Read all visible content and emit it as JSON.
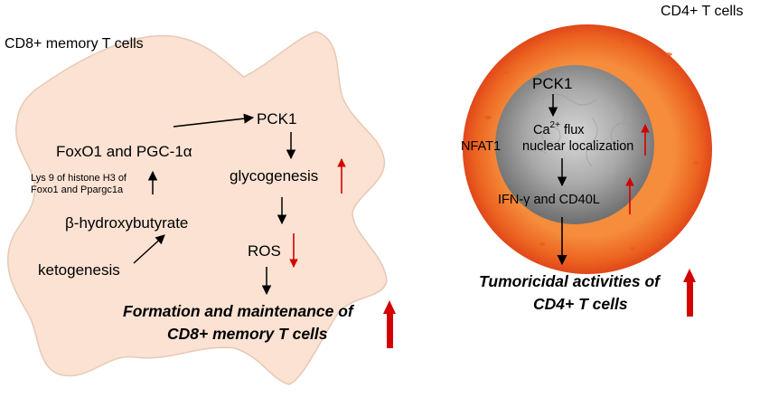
{
  "left_panel": {
    "title": "CD8+ memory T cells",
    "foxo": "FoxO1 and PGC-1α",
    "lys_line1": "Lys 9 of histone H3 of",
    "lys_line2": "Foxo1 and Ppargc1a",
    "bhb": "β-hydroxybutyrate",
    "ketogenesis": "ketogenesis",
    "pck1": "PCK1",
    "glycogenesis": "glycogenesis",
    "ros": "ROS",
    "outcome_line1": "Formation and maintenance of",
    "outcome_line2": "CD8+ memory  T cells"
  },
  "right_panel": {
    "title": "CD4+ T cells",
    "pck1": "PCK1",
    "ca": "Ca",
    "ca_sup": "2+",
    "flux": " flux",
    "nfat1": "NFAT1",
    "nuclear": "nuclear localization",
    "ifn": "IFN-γ and CD40L",
    "outcome_line1": "Tumoricidal activities of",
    "outcome_line2": "CD4+ T cells"
  },
  "colors": {
    "cell_left": "#fbe2d3",
    "cell_outline": "#d9b59e",
    "cell_right_outer": "#e8531d",
    "cell_right_inner": "#f79a4a",
    "nucleus": "#8a8a8a",
    "up_arrow": "#d40000"
  }
}
